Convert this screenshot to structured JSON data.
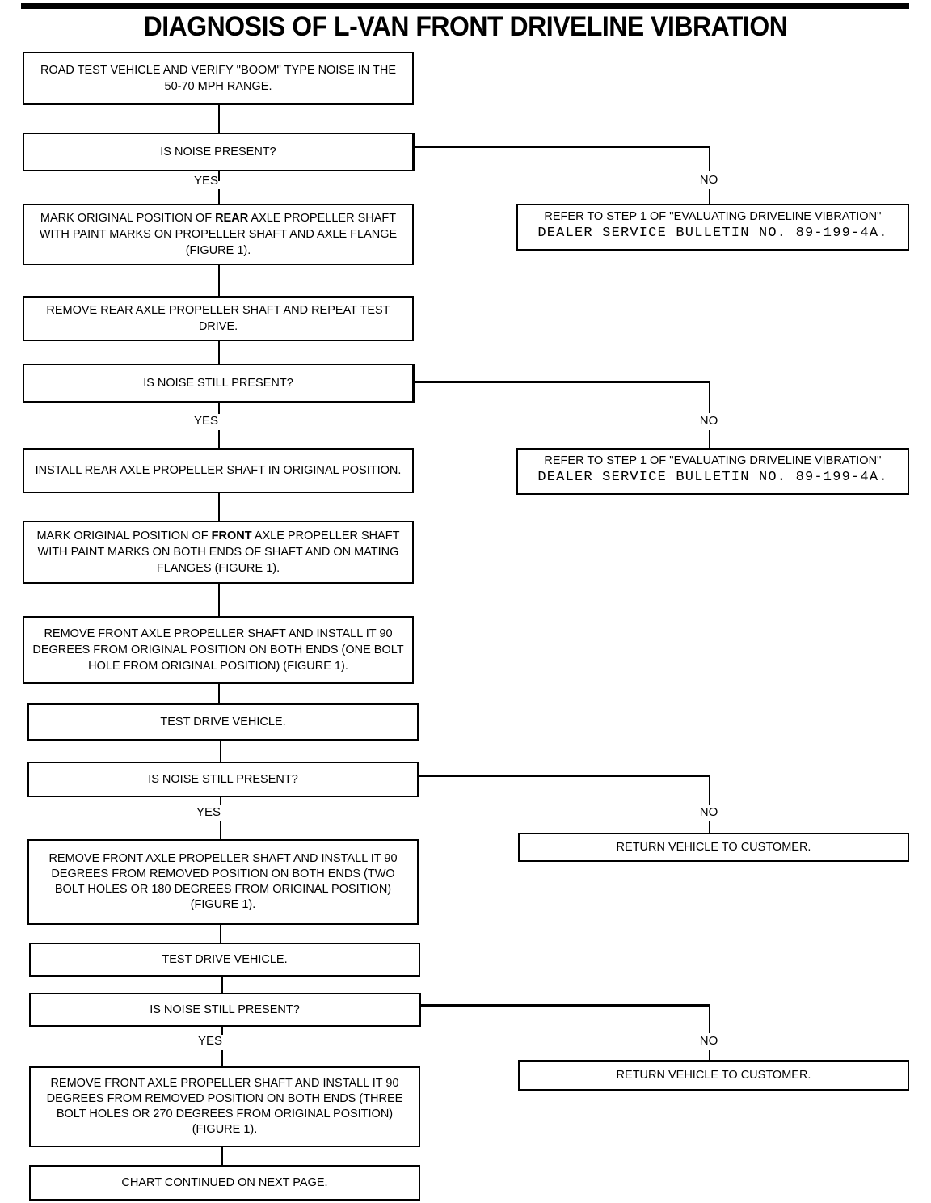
{
  "title": "DIAGNOSIS OF L-VAN FRONT DRIVELINE VIBRATION",
  "colors": {
    "ink": "#000000",
    "paper": "#ffffff"
  },
  "nodes": {
    "road_test": "ROAD TEST VEHICLE AND VERIFY ''BOOM'' TYPE NOISE IN THE 50-70 MPH RANGE.",
    "is_noise_present": "IS NOISE PRESENT?",
    "mark_rear": "MARK ORIGINAL POSITION OF REAR AXLE PROPELLER SHAFT WITH PAINT MARKS ON PROPELLER SHAFT AND AXLE FLANGE (FIGURE 1).",
    "mark_rear_bold": "REAR",
    "remove_rear": "REMOVE REAR AXLE PROPELLER SHAFT AND REPEAT TEST DRIVE.",
    "is_noise_still_present_1": "IS NOISE STILL PRESENT?",
    "install_rear": "INSTALL REAR AXLE PROPELLER SHAFT IN ORIGINAL POSITION.",
    "mark_front": "MARK ORIGINAL POSITION OF FRONT AXLE PROPELLER SHAFT WITH PAINT MARKS ON BOTH ENDS OF SHAFT AND ON MATING FLANGES (FIGURE 1).",
    "mark_front_bold": "FRONT",
    "remove_front_90": "REMOVE FRONT AXLE PROPELLER SHAFT AND INSTALL IT 90 DEGREES FROM ORIGINAL POSITION ON BOTH ENDS (ONE BOLT HOLE FROM ORIGINAL POSITION) (FIGURE 1).",
    "test_drive_1": "TEST DRIVE VEHICLE.",
    "is_noise_still_present_2": "IS NOISE STILL PRESENT?",
    "remove_front_180": "REMOVE FRONT AXLE PROPELLER SHAFT AND INSTALL IT 90 DEGREES FROM REMOVED POSITION ON BOTH ENDS (TWO BOLT HOLES OR 180 DEGREES FROM ORIGINAL POSITION) (FIGURE 1).",
    "test_drive_2": "TEST DRIVE VEHICLE.",
    "is_noise_still_present_3": "IS NOISE STILL PRESENT?",
    "remove_front_270": "REMOVE FRONT AXLE PROPELLER SHAFT AND INSTALL IT 90 DEGREES FROM REMOVED POSITION ON BOTH ENDS (THREE BOLT HOLES OR 270 DEGREES FROM ORIGINAL POSITION) (FIGURE 1).",
    "chart_continued": "CHART CONTINUED ON NEXT PAGE.",
    "refer_1_line1": "REFER TO STEP 1 OF ''EVALUATING DRIVELINE VIBRATION''",
    "refer_1_line2": "DEALER SERVICE BULLETIN NO. 89-199-4A.",
    "refer_2_line1": "REFER TO STEP 1 OF ''EVALUATING DRIVELINE VIBRATION''",
    "refer_2_line2": "DEALER SERVICE BULLETIN NO. 89-199-4A.",
    "return_customer_1": "RETURN VEHICLE TO CUSTOMER.",
    "return_customer_2": "RETURN VEHICLE TO CUSTOMER."
  },
  "branch_labels": {
    "yes_1": "YES",
    "no_1": "NO",
    "yes_2": "YES",
    "no_2": "NO",
    "yes_3": "YES",
    "no_3": "NO",
    "yes_4": "YES",
    "no_4": "NO"
  }
}
